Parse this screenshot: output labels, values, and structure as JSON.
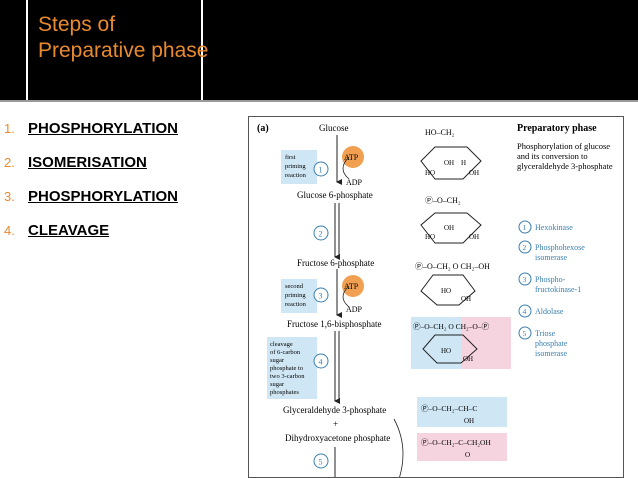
{
  "slide": {
    "title_line1": "Steps of",
    "title_line2": "Preparative phase",
    "steps": [
      {
        "num": "1.",
        "label": "PHOSPHORYLATION"
      },
      {
        "num": "2.",
        "label": "ISOMERISATION"
      },
      {
        "num": "3.",
        "label": "PHOSPHORYLATION"
      },
      {
        "num": "4.",
        "label": "CLEAVAGE"
      }
    ]
  },
  "figure": {
    "panel": "(a)",
    "phase_title": "Preparatory phase",
    "phase_desc": [
      "Phosphorylation of glucose",
      "and its conversion to",
      "glyceraldehyde 3-phosphate"
    ],
    "metabolites": {
      "glucose": "Glucose",
      "g6p": "Glucose 6-phosphate",
      "f6p": "Fructose 6-phosphate",
      "f16bp": "Fructose 1,6-bisphosphate",
      "gap": "Glyceraldehyde 3-phosphate",
      "plus": "+",
      "dhap": "Dihydroxyacetone phosphate"
    },
    "notes": {
      "first_priming": [
        "first",
        "priming",
        "reaction"
      ],
      "second_priming": [
        "second",
        "priming",
        "reaction"
      ],
      "cleavage": [
        "cleavage",
        "of 6-carbon",
        "sugar",
        "phosphate to",
        "two 3-carbon",
        "sugar",
        "phosphates"
      ]
    },
    "atp": "ATP",
    "adp": "ADP",
    "step_numbers": [
      "1",
      "2",
      "3",
      "4",
      "5"
    ],
    "enzymes": [
      {
        "num": "1",
        "name": [
          "Hexokinase"
        ]
      },
      {
        "num": "2",
        "name": [
          "Phosphohexose",
          "isomerase"
        ]
      },
      {
        "num": "3",
        "name": [
          "Phospho-",
          "fructokinase-1"
        ]
      },
      {
        "num": "4",
        "name": [
          "Aldolase"
        ]
      },
      {
        "num": "5",
        "name": [
          "Triose",
          "phosphate",
          "isomerase"
        ]
      }
    ],
    "structure_labels": {
      "ho_ch2": "HO–CH₂",
      "p_o_ch2": "Ⓟ–O–CH₂",
      "p_o_ch2_o_ch2oh": "Ⓟ–O–CH₂  O  CH₂–OH",
      "p_o_ch2_o_ch2_o_p": "Ⓟ–O–CH₂  O  CH₂–O–Ⓟ",
      "gap_struct": "Ⓟ–O–CH₂–CH–C",
      "dhap_struct": "Ⓟ–O–CH₂–C–CH₂OH",
      "oh": "OH",
      "h": "H",
      "ho": "HO",
      "o": "O"
    },
    "colors": {
      "atp": "#f0a050",
      "note_bg": "#cfe7f5",
      "pink": "#f6d4df",
      "blue_box": "#cfe7f5",
      "accent": "#e98a2e"
    }
  }
}
